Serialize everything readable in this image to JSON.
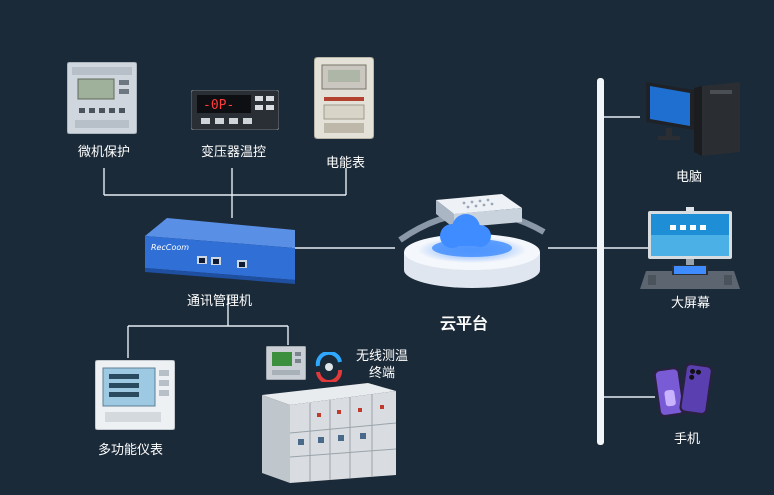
{
  "labels": {
    "micro_protection": "微机保护",
    "transformer_temp": "变压器温控",
    "energy_meter": "电能表",
    "comm_manager": "通讯管理机",
    "cloud_platform": "云平台",
    "multifunction_meter": "多功能仪表",
    "wireless_temp_line1": "无线测温",
    "wireless_temp_line2": "终端",
    "computer": "电脑",
    "big_screen": "大屏幕",
    "phone": "手机"
  },
  "gateway_brand": "RecCoom",
  "temp_display": "-0P-",
  "colors": {
    "background": "#1b2a38",
    "line": "#e6ecf2",
    "gateway_blue": "#2f6fd6",
    "cloud_blue": "#3e8cff"
  }
}
